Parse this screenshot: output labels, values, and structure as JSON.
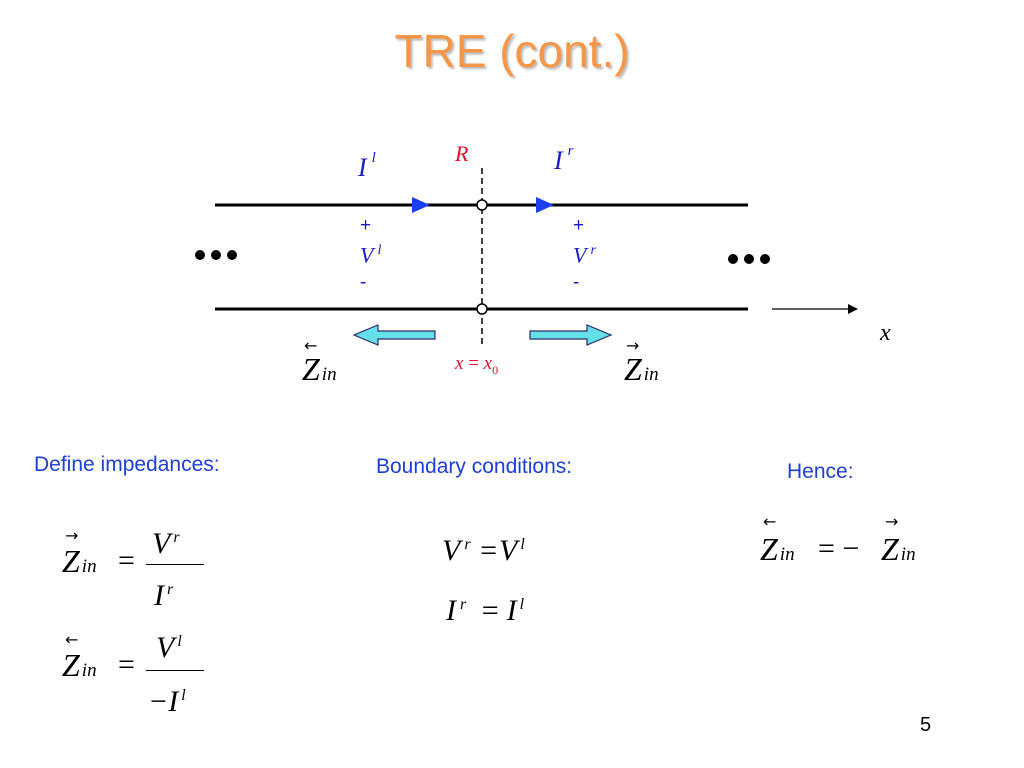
{
  "slide": {
    "title": "TRE (cont.)",
    "page_number": "5"
  },
  "diagram": {
    "left_current": {
      "symbol": "I",
      "sup": "l"
    },
    "right_current": {
      "symbol": "I",
      "sup": "r"
    },
    "reference_label": "R",
    "left_voltage": {
      "plus": "+",
      "symbol": "V",
      "sup": "l",
      "minus": "-"
    },
    "right_voltage": {
      "plus": "+",
      "symbol": "V",
      "sup": "r",
      "minus": "-"
    },
    "ellipsis": "•••",
    "axis_label": "x",
    "position_label": {
      "lhs": "x",
      "eq": "=",
      "rhs": "x",
      "sub": "0"
    },
    "left_impedance": {
      "arrow": "←",
      "symbol": "Z",
      "sub": "in"
    },
    "right_impedance": {
      "arrow": "→",
      "symbol": "Z",
      "sub": "in"
    }
  },
  "sections": {
    "define": "Define impedances:",
    "boundary": "Boundary conditions:",
    "hence": "Hence:"
  },
  "equations": {
    "z_right_def": {
      "arrow": "→",
      "lhs": "Z",
      "lhs_sub": "in",
      "eq": "=",
      "num": "V",
      "num_sup": "r",
      "den": "I",
      "den_sup": "r"
    },
    "z_left_def": {
      "arrow": "←",
      "lhs": "Z",
      "lhs_sub": "in",
      "eq": "=",
      "num": "V",
      "num_sup": "l",
      "den": "−I",
      "den_sup": "l"
    },
    "voltage_bc": {
      "a": "V",
      "a_sup": "r",
      "eq": "=",
      "b": "V",
      "b_sup": "l"
    },
    "current_bc": {
      "a": "I",
      "a_sup": "r",
      "eq": "=",
      "b": "I",
      "b_sup": "l"
    },
    "result": {
      "arrow_l": "←",
      "lhs": "Z",
      "lhs_sub": "in",
      "eq": "= −",
      "arrow_r": "→",
      "rhs": "Z",
      "rhs_sub": "in"
    }
  },
  "colors": {
    "title": "#f79646",
    "section_text": "#1d3fd6",
    "current_label": "#1a1acc",
    "reference": "#e0102e",
    "current_arrow": "#1a3ef0",
    "impedance_arrow": "#66e0e8"
  }
}
